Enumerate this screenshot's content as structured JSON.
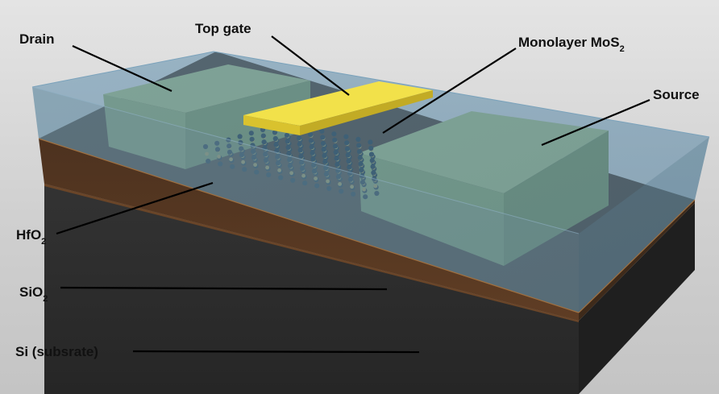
{
  "labels": {
    "drain": "Drain",
    "top_gate": "Top gate",
    "monolayer": {
      "main": "Monolayer MoS",
      "sub": "2"
    },
    "source": "Source",
    "hfo2": {
      "main": "HfO",
      "sub": "2"
    },
    "sio2": {
      "main": "SiO",
      "sub": "2"
    },
    "si": "Si (subsrate)"
  },
  "colors": {
    "background": "#d4d4d4",
    "hfo2_layer": "#5b8aa8",
    "sio2_layer": "#5a3a22",
    "si_layer": "#2e2e2e",
    "contact": "#a9bd7e",
    "top_gate": "#f2e14a",
    "mos2_atoms": "#1f2f3a",
    "mos2_atoms_alt": "#b5a050"
  }
}
